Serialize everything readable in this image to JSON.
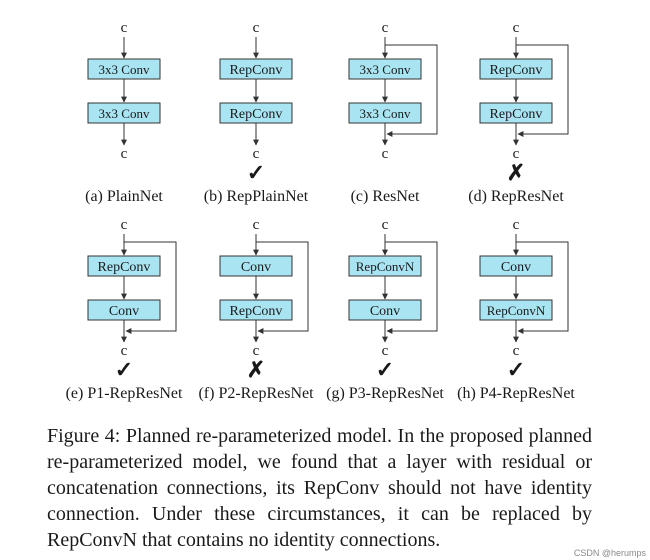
{
  "panels": [
    {
      "label": "(a) PlainNet",
      "input": "c",
      "output": "c",
      "top_block": "3x3 Conv",
      "bottom_block": "3x3 Conv",
      "has_skip": false,
      "verdict": null
    },
    {
      "label": "(b) RepPlainNet",
      "input": "c",
      "output": "c",
      "top_block": "RepConv",
      "bottom_block": "RepConv",
      "has_skip": false,
      "verdict": "check"
    },
    {
      "label": "(c) ResNet",
      "input": "c",
      "output": "c",
      "top_block": "3x3 Conv",
      "bottom_block": "3x3 Conv",
      "has_skip": true,
      "verdict": null
    },
    {
      "label": "(d) RepResNet",
      "input": "c",
      "output": "c",
      "top_block": "RepConv",
      "bottom_block": "RepConv",
      "has_skip": true,
      "verdict": "cross"
    },
    {
      "label": "(e) P1-RepResNet",
      "input": "c",
      "output": "c",
      "top_block": "RepConv",
      "bottom_block": "Conv",
      "has_skip": true,
      "verdict": "check"
    },
    {
      "label": "(f) P2-RepResNet",
      "input": "c",
      "output": "c",
      "top_block": "Conv",
      "bottom_block": "RepConv",
      "has_skip": true,
      "verdict": "cross"
    },
    {
      "label": "(g) P3-RepResNet",
      "input": "c",
      "output": "c",
      "top_block": "RepConvN",
      "bottom_block": "Conv",
      "has_skip": true,
      "verdict": "check"
    },
    {
      "label": "(h) P4-RepResNet",
      "input": "c",
      "output": "c",
      "top_block": "Conv",
      "bottom_block": "RepConvN",
      "has_skip": true,
      "verdict": "check"
    }
  ],
  "verdict_symbols": {
    "check": "✓",
    "cross": "✗"
  },
  "colors": {
    "block_fill": "#a9e4f2",
    "check": "#2ea84a",
    "cross": "#e0443a"
  },
  "caption": "Figure 4: Planned re-parameterized model. In the proposed planned re-parameterized model, we found that a layer with residual or concatenation connections, its RepConv should not have identity connection. Under these circumstances, it can be replaced by RepConvN that contains no identity connections.",
  "watermark": "CSDN @herumps"
}
